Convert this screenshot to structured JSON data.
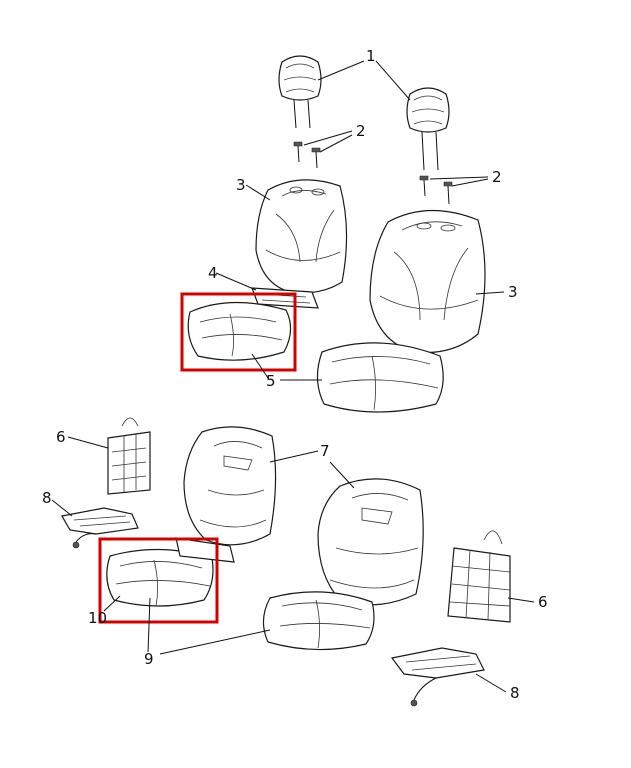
{
  "callouts": {
    "c1": "1",
    "c2a": "2",
    "c2b": "2",
    "c3a": "3",
    "c3b": "3",
    "c4": "4",
    "c5": "5",
    "c6a": "6",
    "c6b": "6",
    "c7": "7",
    "c8a": "8",
    "c8b": "8",
    "c9": "9",
    "c10": "10"
  },
  "highlights": {
    "color": "#d40000",
    "boxes": [
      "part-5-seat-cushion",
      "part-10-cushion-pad"
    ]
  }
}
